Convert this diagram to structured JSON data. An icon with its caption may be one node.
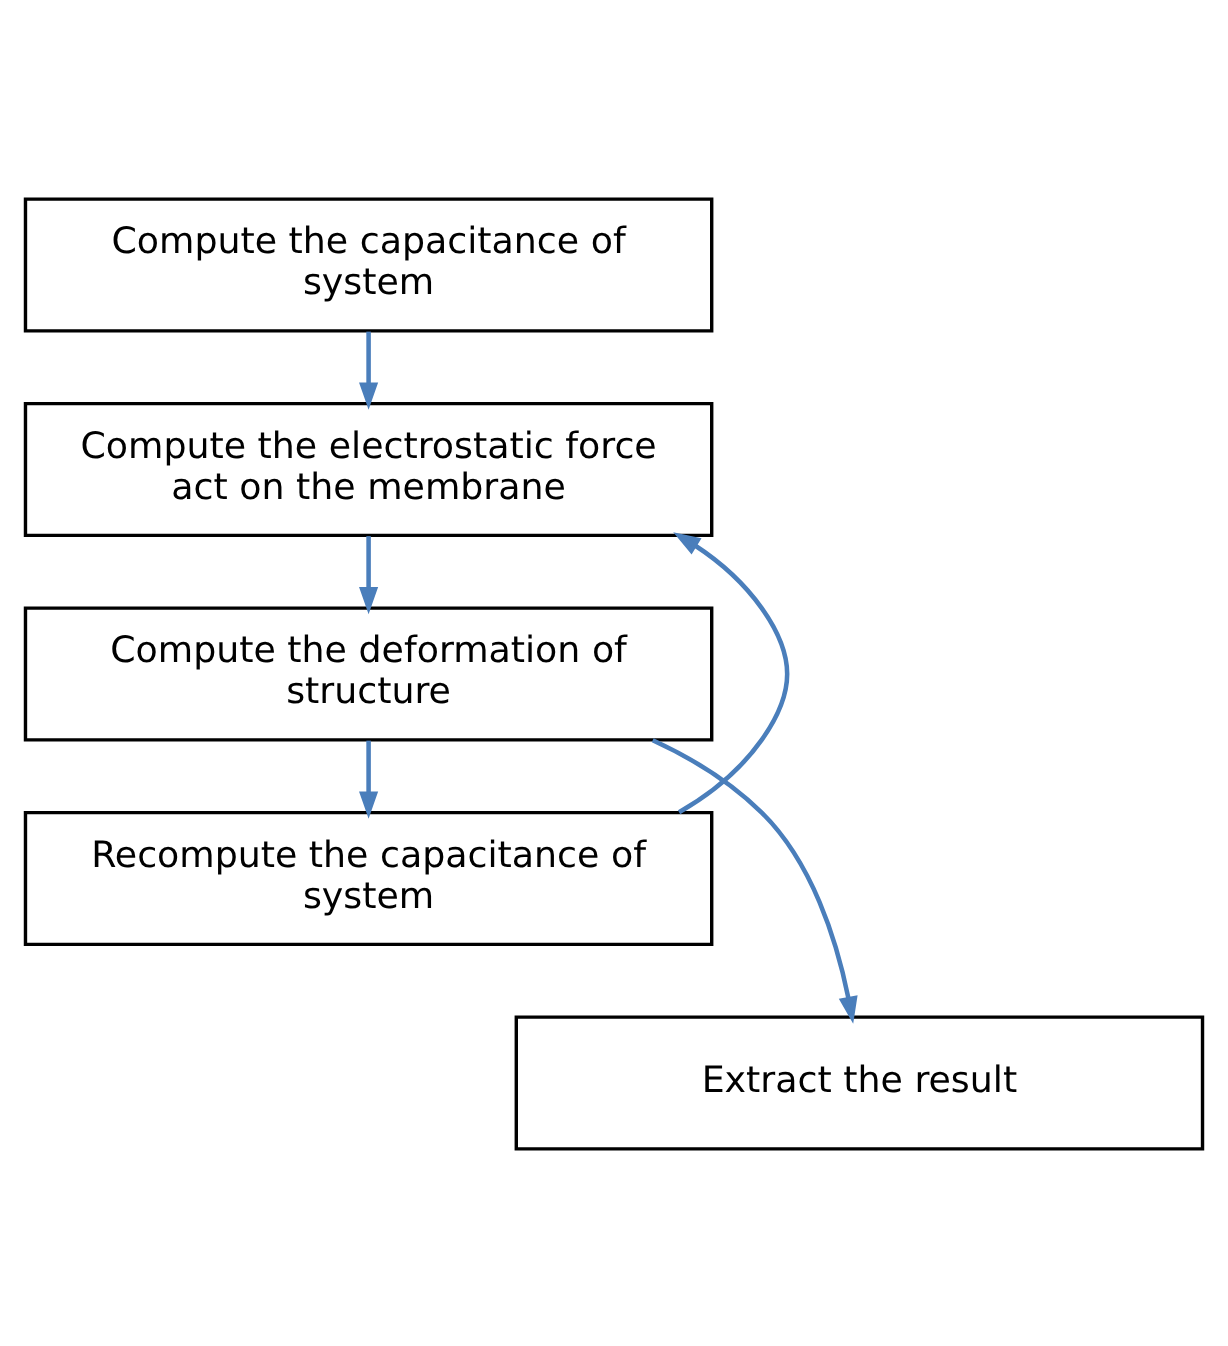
{
  "diagram": {
    "nodes": [
      {
        "text": [
          "Compute the capacitance of system"
        ]
      },
      {
        "text": [
          "Compute the electrostatic force act on the membrane"
        ]
      },
      {
        "text": [
          "Compute the deformation of structure"
        ]
      },
      {
        "text": [
          "Recompute the capacitance of system"
        ]
      },
      {
        "text": [
          "Extract the result"
        ]
      }
    ],
    "edges": [
      {
        "from": 0,
        "to": 1,
        "arrow": "to"
      },
      {
        "from": 1,
        "to": 2,
        "arrow": "to"
      },
      {
        "from": 2,
        "to": 3,
        "arrow": "to"
      },
      {
        "from": 3,
        "to": 1,
        "arrow": "to"
      },
      {
        "from": 2,
        "to": 4,
        "arrow": "to"
      }
    ]
  }
}
